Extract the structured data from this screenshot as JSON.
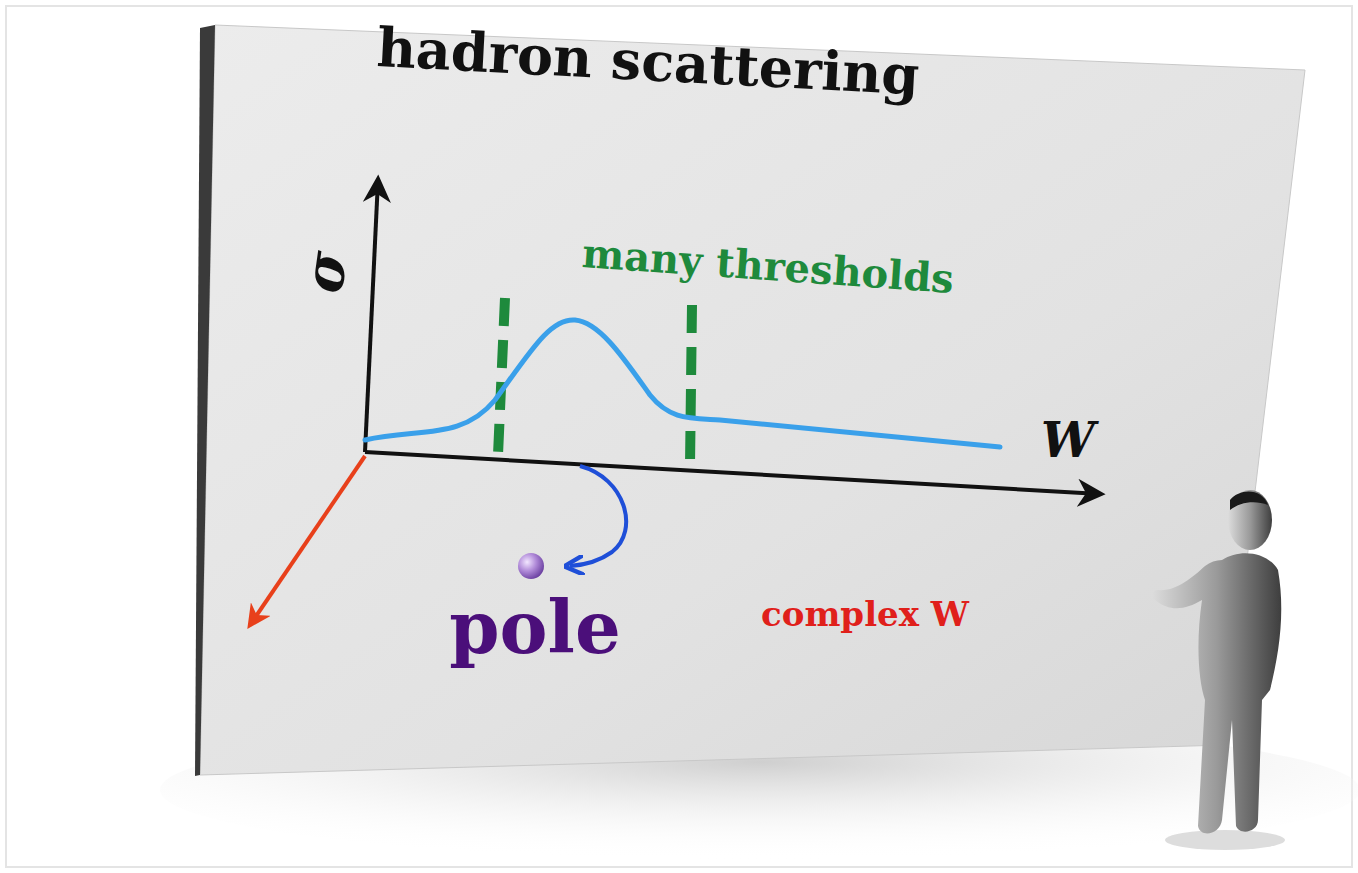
{
  "diagram": {
    "title": "hadron scattering",
    "labels": [
      "σ",
      "many thresholds",
      "W",
      "pole",
      "complex W"
    ]
  }
}
